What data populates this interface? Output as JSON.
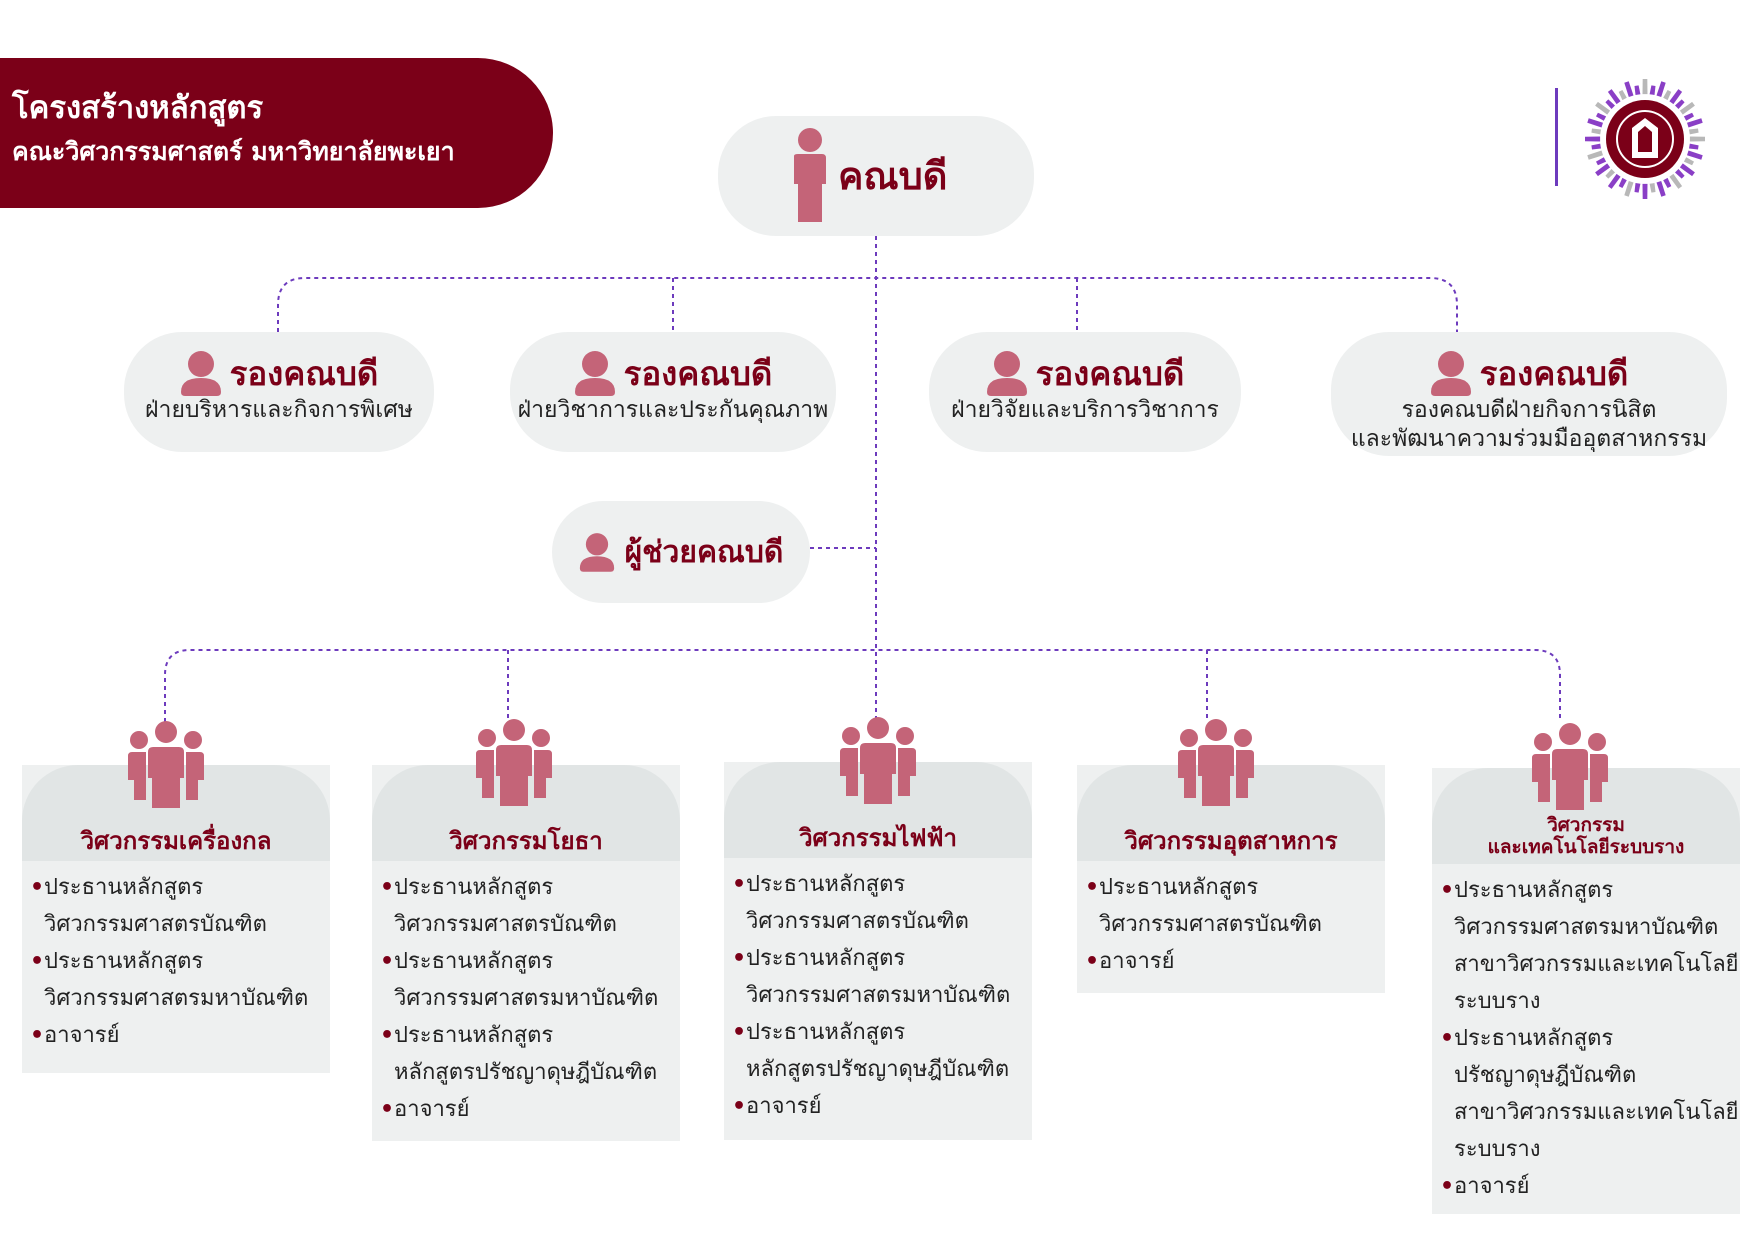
{
  "banner": {
    "title": "โครงสร้างหลักสูตร",
    "subtitle": "คณะวิศวกรรมศาสตร์ มหาวิทยาลัยพะเยา"
  },
  "colors": {
    "brand": "#7b0018",
    "icon": "#c46478",
    "connector": "#6d3bbd",
    "box": "#eef0f0"
  },
  "dean": {
    "label": "คณบดี",
    "icon": "person-icon"
  },
  "vice_deans": [
    {
      "label": "รองคณบดี",
      "sub": [
        "ฝ่ายบริหารและกิจการพิเศษ"
      ]
    },
    {
      "label": "รองคณบดี",
      "sub": [
        "ฝ่ายวิชาการและประกันคุณภาพ"
      ]
    },
    {
      "label": "รองคณบดี",
      "sub": [
        "ฝ่ายวิจัยและบริการวิชาการ"
      ]
    },
    {
      "label": "รองคณบดี",
      "sub": [
        "รองคณบดีฝ่ายกิจการนิสิต",
        "และพัฒนาความร่วมมืออุตสาหกรรม"
      ]
    }
  ],
  "assistant_dean": {
    "label": "ผู้ช่วยคณบดี"
  },
  "departments": [
    {
      "name": [
        "วิศวกรรมเครื่องกล"
      ],
      "items": [
        [
          "ประธานหลักสูตร",
          "วิศวกรรมศาสตรบัณฑิต"
        ],
        [
          "ประธานหลักสูตร",
          "วิศวกรรมศาสตรมหาบัณฑิต"
        ],
        [
          "อาจารย์"
        ]
      ]
    },
    {
      "name": [
        "วิศวกรรมโยธา"
      ],
      "items": [
        [
          "ประธานหลักสูตร",
          "วิศวกรรมศาสตรบัณฑิต"
        ],
        [
          "ประธานหลักสูตร",
          "วิศวกรรมศาสตรมหาบัณฑิต"
        ],
        [
          "ประธานหลักสูตร",
          "หลักสูตรปรัชญาดุษฎีบัณฑิต"
        ],
        [
          "อาจารย์"
        ]
      ]
    },
    {
      "name": [
        "วิศวกรรมไฟฟ้า"
      ],
      "items": [
        [
          "ประธานหลักสูตร",
          "วิศวกรรมศาสตรบัณฑิต"
        ],
        [
          "ประธานหลักสูตร",
          "วิศวกรรมศาสตรมหาบัณฑิต"
        ],
        [
          "ประธานหลักสูตร",
          "หลักสูตรปรัชญาดุษฎีบัณฑิต"
        ],
        [
          "อาจารย์"
        ]
      ]
    },
    {
      "name": [
        "วิศวกรรมอุตสาหการ"
      ],
      "items": [
        [
          "ประธานหลักสูตร",
          "วิศวกรรมศาสตรบัณฑิต"
        ],
        [
          "อาจารย์"
        ]
      ]
    },
    {
      "name": [
        "วิศวกรรม",
        "และเทคโนโลยีระบบราง"
      ],
      "items": [
        [
          "ประธานหลักสูตร",
          "วิศวกรรมศาสตรมหาบัณฑิต",
          "สาขาวิศวกรรมและเทคโนโลยี",
          "ระบบราง"
        ],
        [
          "ประธานหลักสูตร",
          "ปรัชญาดุษฎีบัณฑิต",
          "สาขาวิศวกรรมและเทคโนโลยี",
          "ระบบราง"
        ],
        [
          "อาจารย์"
        ]
      ]
    }
  ]
}
